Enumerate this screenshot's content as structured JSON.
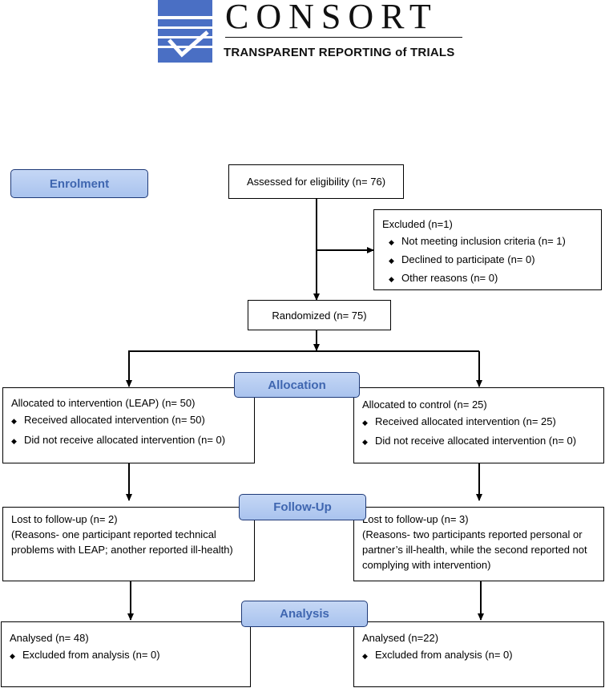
{
  "logo": {
    "name": "CONSORT",
    "tagline": "TRANSPARENT REPORTING of TRIALS"
  },
  "stages": {
    "enrolment": "Enrolment",
    "allocation": "Allocation",
    "followup": "Follow-Up",
    "analysis": "Analysis"
  },
  "assessed": "Assessed for eligibility (n= 76)",
  "excluded": {
    "title": "Excluded (n=1)",
    "items": [
      "Not meeting inclusion criteria (n= 1)",
      "Declined to participate (n= 0)",
      "Other reasons (n= 0)"
    ]
  },
  "randomized": "Randomized (n= 75)",
  "intervention": {
    "title": "Allocated to intervention (LEAP) (n= 50)",
    "items": [
      "Received allocated intervention (n= 50)",
      "Did not receive allocated intervention (n= 0)"
    ]
  },
  "control": {
    "title": "Allocated to control (n= 25)",
    "items": [
      "Received allocated intervention (n= 25)",
      "Did not receive allocated intervention (n= 0)"
    ]
  },
  "lost_intervention": {
    "title": "Lost to follow-up (n= 2)",
    "reason": "(Reasons- one participant reported technical problems with LEAP; another reported ill-health)"
  },
  "lost_control": {
    "title": "Lost to follow-up (n= 3)",
    "reason": "(Reasons- two participants reported personal or partner’s ill-health, while the second reported not complying with intervention)"
  },
  "analysed_intervention": {
    "title": "Analysed (n= 48)",
    "items": [
      "Excluded from analysis (n= 0)"
    ]
  },
  "analysed_control": {
    "title": "Analysed (n=22)",
    "items": [
      "Excluded from analysis (n= 0)"
    ]
  },
  "colors": {
    "stage_fill": "#b3cbf1",
    "stage_text": "#3f66b0",
    "logo_blue": "#4a6fc4"
  }
}
